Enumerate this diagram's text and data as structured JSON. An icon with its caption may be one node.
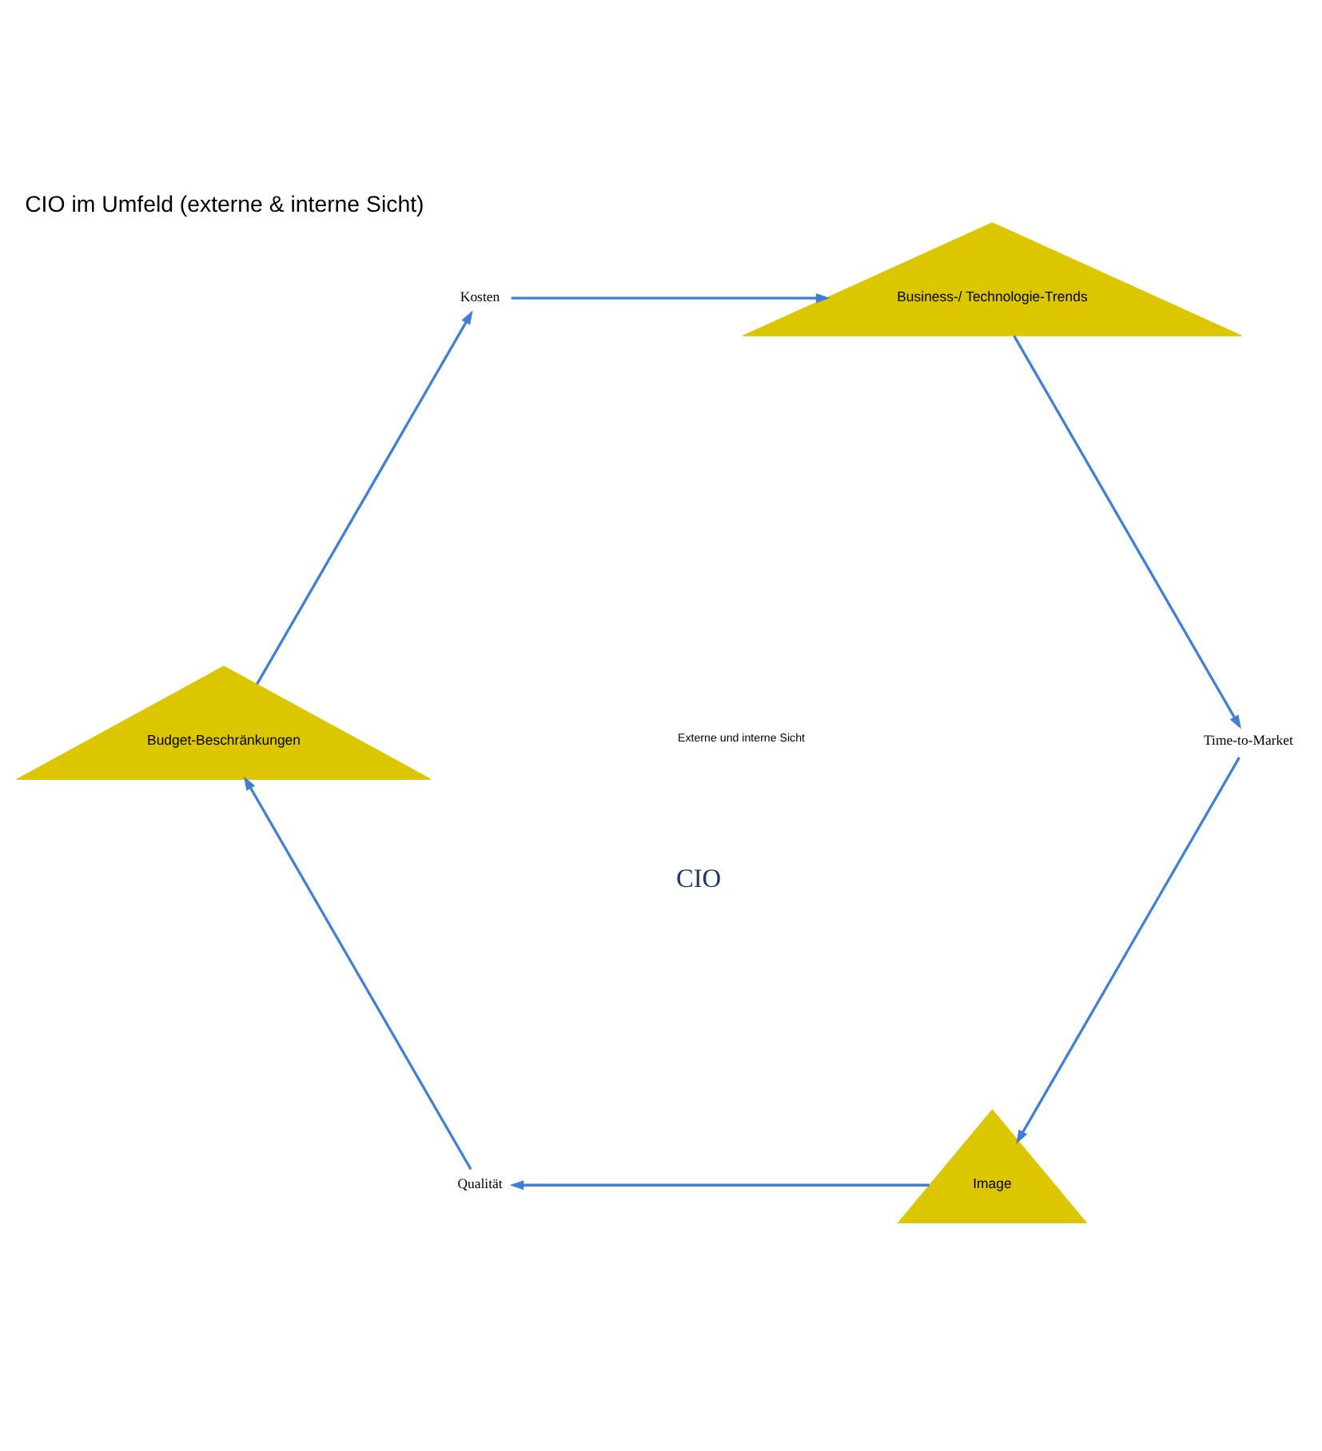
{
  "diagram": {
    "title": "CIO im Umfeld (externe & interne Sicht)",
    "caption": "Externe und interne Sicht",
    "nodes": [
      {
        "text": [
          "Image"
        ]
      },
      {
        "text": [
          "Qualität"
        ]
      },
      {
        "text": [
          "Budget-Beschränkungen"
        ]
      },
      {
        "text": [
          "Kosten"
        ]
      },
      {
        "text": [
          "Business-/ Technologie-Trends"
        ]
      },
      {
        "text": [
          "Time-to-Market"
        ]
      }
    ],
    "edges": [
      {
        "from": 0,
        "to": 1,
        "arrow": "to"
      },
      {
        "from": 1,
        "to": 2,
        "arrow": "to"
      },
      {
        "from": 2,
        "to": 3,
        "arrow": "to"
      },
      {
        "from": 3,
        "to": 4,
        "arrow": "to"
      },
      {
        "from": 4,
        "to": 5,
        "arrow": "to"
      },
      {
        "from": 5,
        "to": 0,
        "arrow": "to"
      }
    ],
    "labels": [
      "CIO"
    ]
  }
}
